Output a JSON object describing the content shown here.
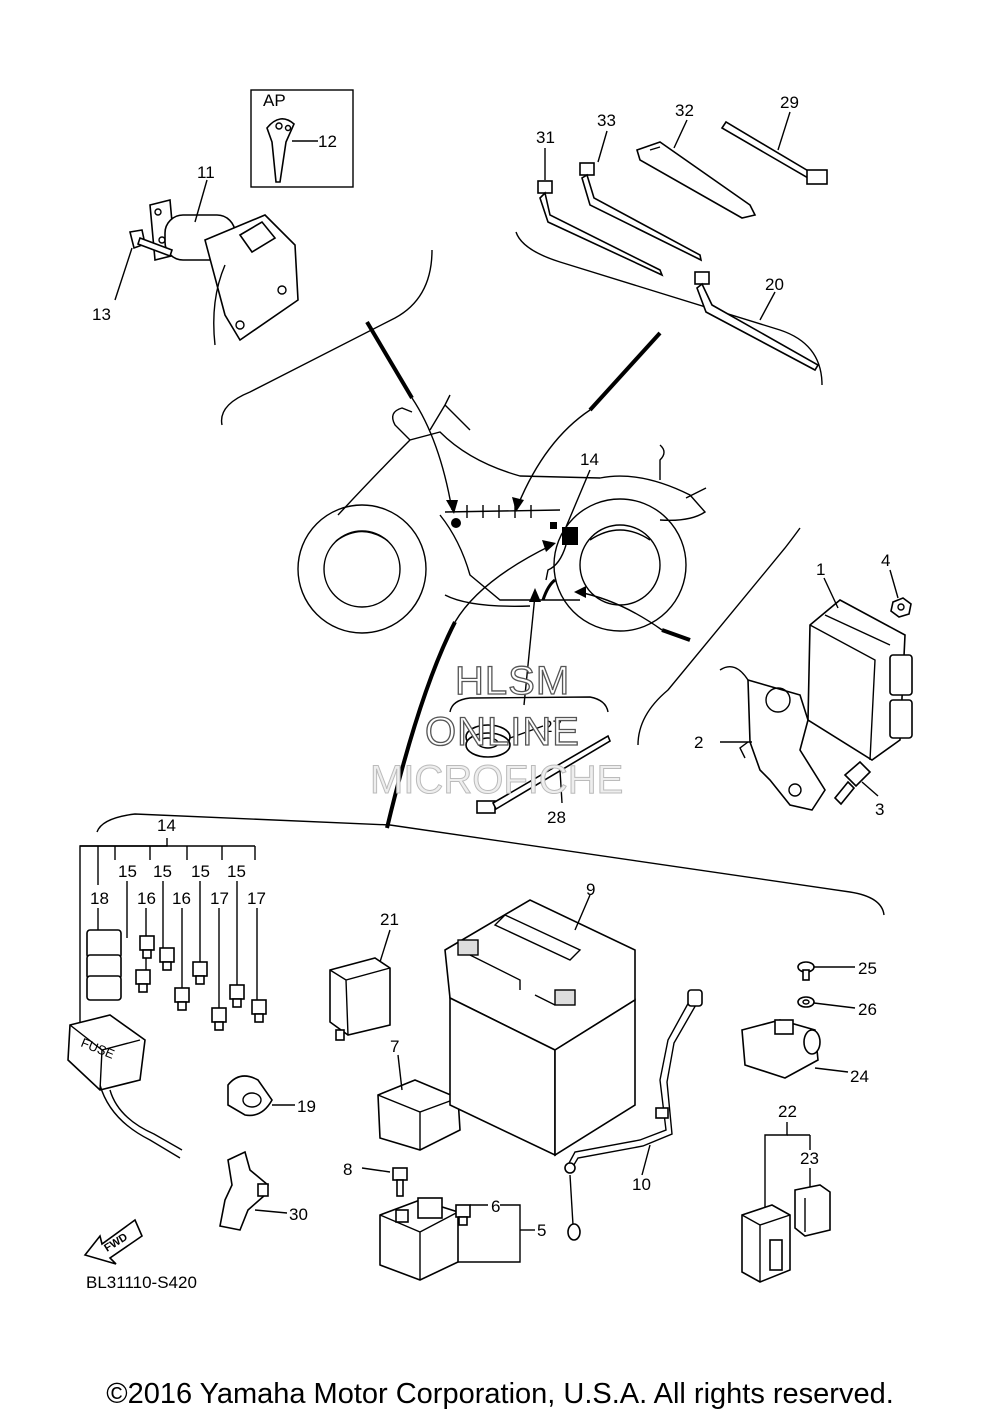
{
  "diagram": {
    "inset_label_ap": "AP",
    "callouts": {
      "c1": "1",
      "c2": "2",
      "c3": "3",
      "c4": "4",
      "c5": "5",
      "c6": "6",
      "c7": "7",
      "c8": "8",
      "c9": "9",
      "c10": "10",
      "c11": "11",
      "c12": "12",
      "c13": "13",
      "c14_top": "14",
      "c14_fuse": "14",
      "c15a": "15",
      "c15b": "15",
      "c15c": "15",
      "c15d": "15",
      "c16a": "16",
      "c16b": "16",
      "c17a": "17",
      "c17b": "17",
      "c18": "18",
      "c19": "19",
      "c20": "20",
      "c21": "21",
      "c22": "22",
      "c23": "23",
      "c24": "24",
      "c25": "25",
      "c26": "26",
      "c27": "27",
      "c28": "28",
      "c29": "29",
      "c30": "30",
      "c31": "31",
      "c32": "32",
      "c33": "33"
    },
    "fuse_box_text": "FUSE",
    "fwd_text": "FWD",
    "part_code": "BL31110-S420",
    "watermark": [
      "HLSM",
      "ONLINE",
      "MICROFICHE"
    ]
  },
  "copyright": "©2016 Yamaha Motor Corporation, U.S.A. All rights reserved."
}
